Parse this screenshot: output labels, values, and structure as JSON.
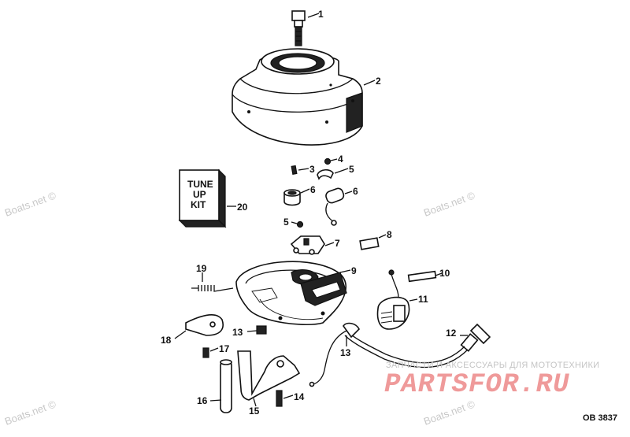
{
  "watermarks": [
    "Boats.net ©",
    "Boats.net ©",
    "Boats.net ©",
    "Boats.net ©"
  ],
  "tune_up_kit": {
    "line1": "TUNE",
    "line2": "UP",
    "line3": "KIT"
  },
  "callouts": [
    "1",
    "2",
    "3",
    "4",
    "5",
    "6",
    "6",
    "5",
    "7",
    "8",
    "9",
    "10",
    "11",
    "12",
    "13",
    "13",
    "14",
    "15",
    "16",
    "17",
    "18",
    "19",
    "20"
  ],
  "shop_tagline": "ЗАПЧАСТИ И АКСЕССУАРЫ ДЛЯ МОТОТЕХНИКИ",
  "shop_logo": "PARTSFOR.RU",
  "drawing_code": "OB 3837"
}
